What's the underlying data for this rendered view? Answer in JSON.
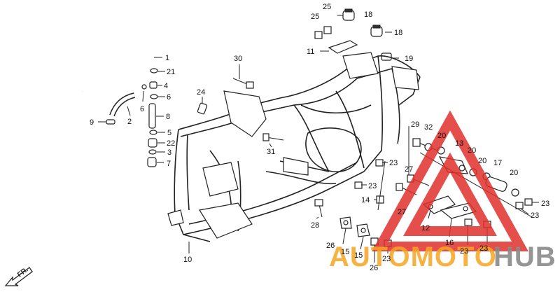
{
  "callouts": [
    {
      "id": "c1",
      "text": "1"
    },
    {
      "id": "c21",
      "text": "21"
    },
    {
      "id": "c4",
      "text": "4"
    },
    {
      "id": "c6a",
      "text": "6"
    },
    {
      "id": "c6b",
      "text": "6"
    },
    {
      "id": "c8",
      "text": "8"
    },
    {
      "id": "c5",
      "text": "5"
    },
    {
      "id": "c22",
      "text": "22"
    },
    {
      "id": "c3",
      "text": "3"
    },
    {
      "id": "c7",
      "text": "7"
    },
    {
      "id": "c9",
      "text": "9"
    },
    {
      "id": "c2",
      "text": "2"
    },
    {
      "id": "c24",
      "text": "24"
    },
    {
      "id": "c30",
      "text": "30"
    },
    {
      "id": "c25a",
      "text": "25"
    },
    {
      "id": "c25b",
      "text": "25"
    },
    {
      "id": "c18a",
      "text": "18"
    },
    {
      "id": "c18b",
      "text": "18"
    },
    {
      "id": "c11",
      "text": "11"
    },
    {
      "id": "c19",
      "text": "19"
    },
    {
      "id": "c31",
      "text": "31"
    },
    {
      "id": "c29",
      "text": "29"
    },
    {
      "id": "c32",
      "text": "32"
    },
    {
      "id": "c20a",
      "text": "20"
    },
    {
      "id": "c13",
      "text": "13"
    },
    {
      "id": "c20b",
      "text": "20"
    },
    {
      "id": "c20c",
      "text": "20"
    },
    {
      "id": "c17",
      "text": "17"
    },
    {
      "id": "c20d",
      "text": "20"
    },
    {
      "id": "c23a",
      "text": "23"
    },
    {
      "id": "c27a",
      "text": "27"
    },
    {
      "id": "c23b",
      "text": "23"
    },
    {
      "id": "c14",
      "text": "14"
    },
    {
      "id": "c27b",
      "text": "27"
    },
    {
      "id": "c23c",
      "text": "23"
    },
    {
      "id": "c23d",
      "text": "23"
    },
    {
      "id": "c12",
      "text": "12"
    },
    {
      "id": "c16",
      "text": "16"
    },
    {
      "id": "c28",
      "text": "28"
    },
    {
      "id": "c26a",
      "text": "26"
    },
    {
      "id": "c15a",
      "text": "15"
    },
    {
      "id": "c15b",
      "text": "15"
    },
    {
      "id": "c23e",
      "text": "23"
    },
    {
      "id": "c26b",
      "text": "26"
    },
    {
      "id": "c23f",
      "text": "23"
    },
    {
      "id": "c23g",
      "text": "23"
    },
    {
      "id": "c10",
      "text": "10"
    }
  ],
  "direction_label": "FR.",
  "watermark": {
    "brand_part1": "AUTOMOTO",
    "brand_part2": "HUB",
    "color_red": "#e0302c",
    "color_orange": "#f5a623",
    "color_gray": "#8a8a8a"
  },
  "icons": {
    "direction_arrow": "left-down-arrow-icon",
    "watermark_logo": "triangle-warning-logo-icon"
  }
}
